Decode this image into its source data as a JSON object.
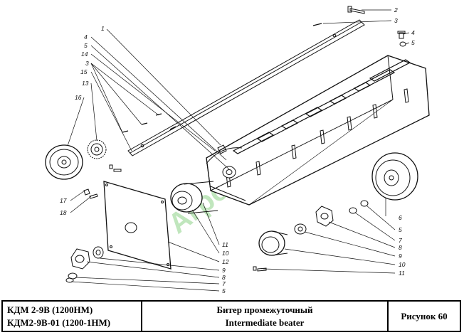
{
  "watermark": "АгроСеть",
  "callouts": {
    "c1": "1",
    "c2": "2",
    "c3a": "3",
    "c3b": "3",
    "c4a": "4",
    "c4b": "4",
    "c5a": "5",
    "c5b": "5",
    "c5c": "5",
    "c5d": "5",
    "c6": "6",
    "c7a": "7",
    "c7b": "7",
    "c8a": "8",
    "c8b": "8",
    "c9a": "9",
    "c9b": "9",
    "c10a": "10",
    "c10b": "10",
    "c11a": "11",
    "c11b": "11",
    "c12": "12",
    "c13": "13",
    "c14": "14",
    "c15": "15",
    "c16": "16",
    "c17": "17",
    "c18": "18"
  },
  "title_block": {
    "model_line1": "КДМ 2-9В (1200НМ)",
    "model_line2": "КДМ2-9В-01 (1200-1НМ)",
    "title_ru": "Битер  промежуточный",
    "title_en": "Intermediate beater",
    "figure": "Рисунок 60"
  }
}
